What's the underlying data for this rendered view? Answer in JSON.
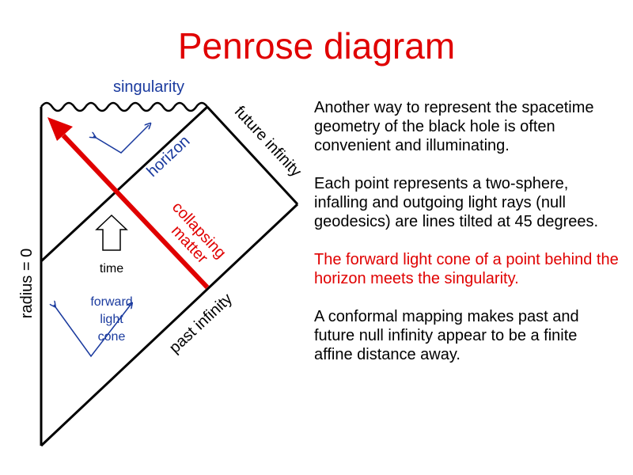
{
  "title": "Penrose diagram",
  "colors": {
    "title": "#e00000",
    "accent_red": "#e00000",
    "blue": "#1a3a9e",
    "black": "#000000"
  },
  "diagram": {
    "labels": {
      "singularity": "singularity",
      "future_infinity": "future infinity",
      "horizon": "horizon",
      "collapsing": "collapsing",
      "matter": "matter",
      "time": "time",
      "radius": "radius = 0",
      "past_infinity": "past infinity",
      "forward": "forward",
      "light": "light",
      "cone": "cone"
    }
  },
  "text": {
    "p1": "Another way to represent the spacetime geometry of the black hole is often convenient and illuminating.",
    "p2": "Each point represents a two-sphere, infalling and outgoing light rays (null geodesics) are lines tilted at 45 degrees.",
    "p3": "The forward light cone of a point behind the horizon meets the singularity.",
    "p4": "A conformal mapping makes past and future null infinity appear to be a finite affine distance away."
  }
}
